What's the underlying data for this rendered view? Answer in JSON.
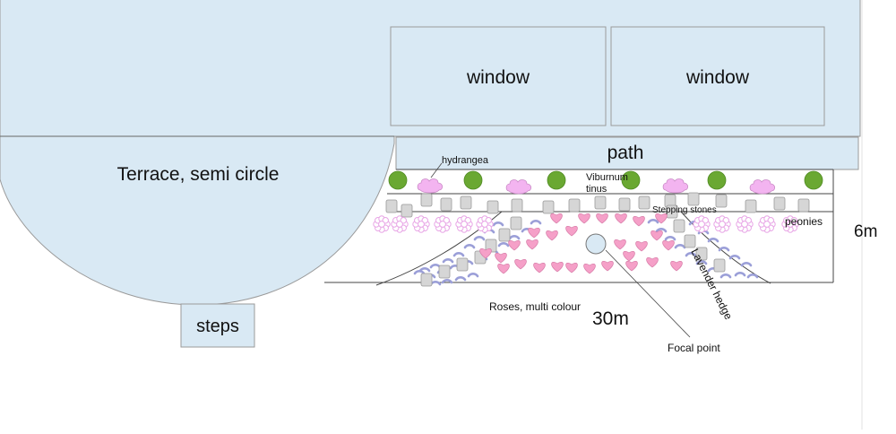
{
  "labels": {
    "window_left": "window",
    "window_right": "window",
    "path": "path",
    "terrace": "Terrace, semi circle",
    "steps": "steps",
    "hydrangea": "hydrangea",
    "viburnum": "Viburnum\ntinus",
    "stepping_stones": "Stepping stones",
    "peonies": "peonies",
    "dimension_height": "6m",
    "roses": "Roses, multi colour",
    "dimension_width": "30m",
    "lavender": "Lavender hedge",
    "focal_point": "Focal point"
  },
  "colors": {
    "paved": "#d9e9f4",
    "outline": "#9a9a9a",
    "shrub": "#6aa832",
    "hydrangea": "#f3b4f0",
    "stone": "#d6d6d6",
    "peony": "#e8a6e6",
    "rose": "#f5a0c8",
    "lavender": "#9b9fd8",
    "focal": "#d9e9f4"
  }
}
